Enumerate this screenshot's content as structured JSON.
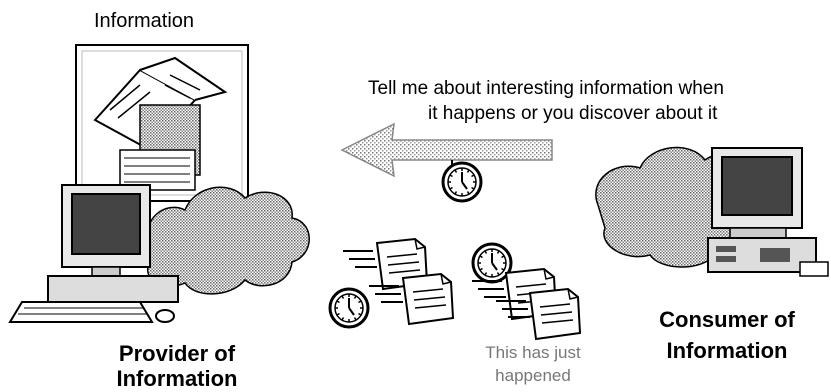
{
  "provider": {
    "info_label": "Information",
    "name_line1": "Provider of",
    "name_line2": "Information"
  },
  "request": {
    "line1": "Tell me about interesting information when",
    "line2": "it happens or you discover about it"
  },
  "consumer": {
    "name_line1": "Consumer of",
    "name_line2": "Information"
  },
  "event": {
    "line1": "This has just",
    "line2": "happened"
  },
  "icons": [
    "newspaper-stack-icon",
    "computer-icon",
    "cloud-icon",
    "arrow-left-icon",
    "clock-icon",
    "document-icon"
  ]
}
